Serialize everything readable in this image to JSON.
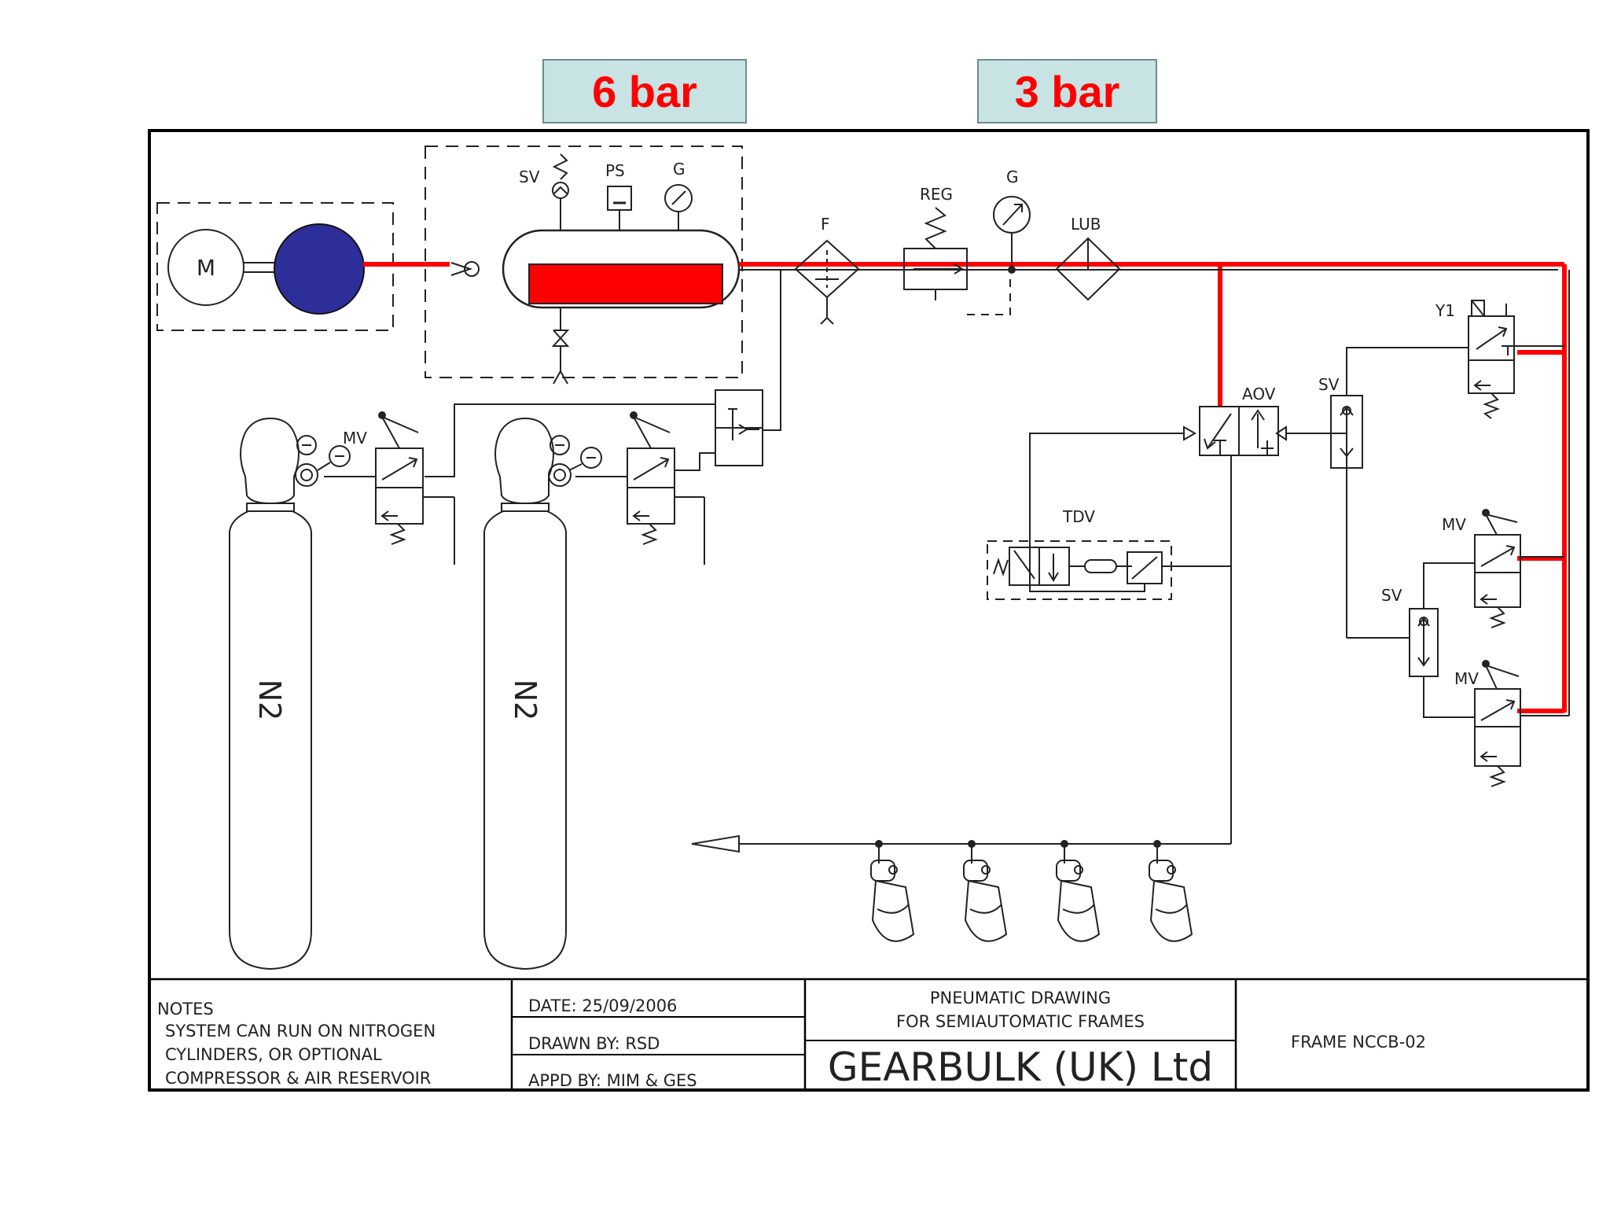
{
  "badges": {
    "left": "6 bar",
    "right": "3 bar"
  },
  "labels": {
    "motor": "M",
    "sv_top": "SV",
    "ps": "PS",
    "g_tank": "G",
    "filter": "F",
    "reg": "REG",
    "g_line": "G",
    "lub": "LUB",
    "y1": "Y1",
    "aov": "AOV",
    "sv_right_top": "SV",
    "tdv": "TDV",
    "mv_right_upper": "MV",
    "sv_right_lower": "SV",
    "mv_right_lower": "MV",
    "mv_left": "MV",
    "n2_left": "N2",
    "n2_right": "N2",
    "n2_sub": "2"
  },
  "notes": {
    "heading": "NOTES",
    "line1": "SYSTEM CAN RUN ON NITROGEN",
    "line2": "CYLINDERS, OR OPTIONAL",
    "line3": "COMPRESSOR & AIR RESERVOIR"
  },
  "title_block": {
    "date": "DATE:  25/09/2006",
    "drawn_by": "DRAWN BY: RSD",
    "appd_by": "APPD BY: MIM & GES",
    "title_line1": "PNEUMATIC DRAWING",
    "title_line2": "FOR SEMIAUTOMATIC FRAMES",
    "company": "GEARBULK (UK) Ltd",
    "frame": "FRAME NCCB-02"
  },
  "colors": {
    "pressure_line": "#ff0000",
    "pump": "#2e2e9a",
    "badge_bg": "#c7e3e3",
    "badge_text": "#ff0000"
  },
  "icons": [
    "motor-icon",
    "pump-icon",
    "check-valve-icon",
    "reservoir-icon",
    "gauge-icon",
    "filter-icon",
    "regulator-icon",
    "lubricator-icon",
    "valve-icon",
    "cylinder-icon",
    "actuator-icon",
    "exhaust-arrow-icon"
  ]
}
